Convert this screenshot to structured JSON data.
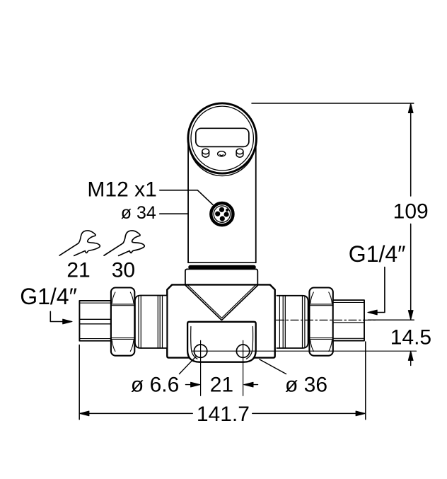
{
  "drawing": {
    "title": "pressure-sensor-dimension-drawing",
    "colors": {
      "line": "#000000",
      "background": "#ffffff"
    },
    "labels": {
      "connector_thread": "M12 x1",
      "housing_diameter": "ø 34",
      "wrench_size_small": "21",
      "wrench_size_large": "30",
      "port_left": "G1/4″",
      "port_right": "G1/4″"
    },
    "dimensions": {
      "height": "109",
      "port_drop": "14.5",
      "hole_diameter": "ø 6.6",
      "hole_spacing": "21",
      "boss_diameter": "ø 36",
      "total_length": "141.7"
    }
  }
}
